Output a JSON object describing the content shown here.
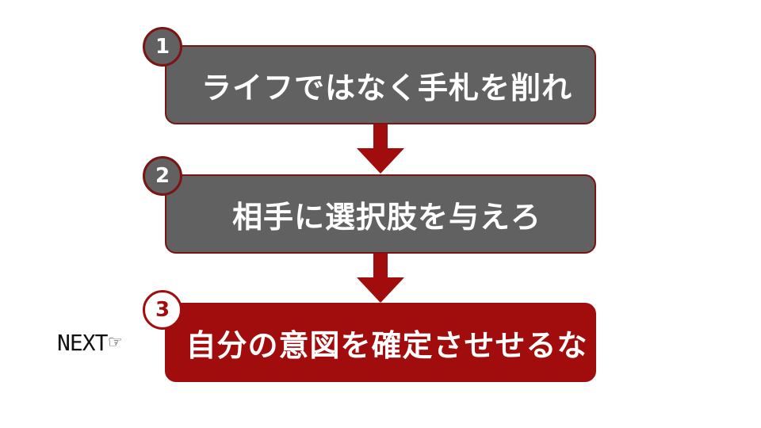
{
  "colors": {
    "gray_box": "#616161",
    "red_box": "#a10c0c",
    "border": "#7a1515",
    "arrow": "#a10c0c",
    "text_on_box": "#ffffff",
    "background": "#ffffff"
  },
  "steps": [
    {
      "number": "1",
      "text": "ライフではなく手札を削れ",
      "state": "done"
    },
    {
      "number": "2",
      "text": "相手に選択肢を与えろ",
      "state": "done"
    },
    {
      "number": "3",
      "text": "自分の意図を確定させせるな",
      "state": "current"
    }
  ],
  "next_marker": {
    "text": "NEXT",
    "icon": "pointing-hand-icon",
    "glyph": "☞"
  }
}
